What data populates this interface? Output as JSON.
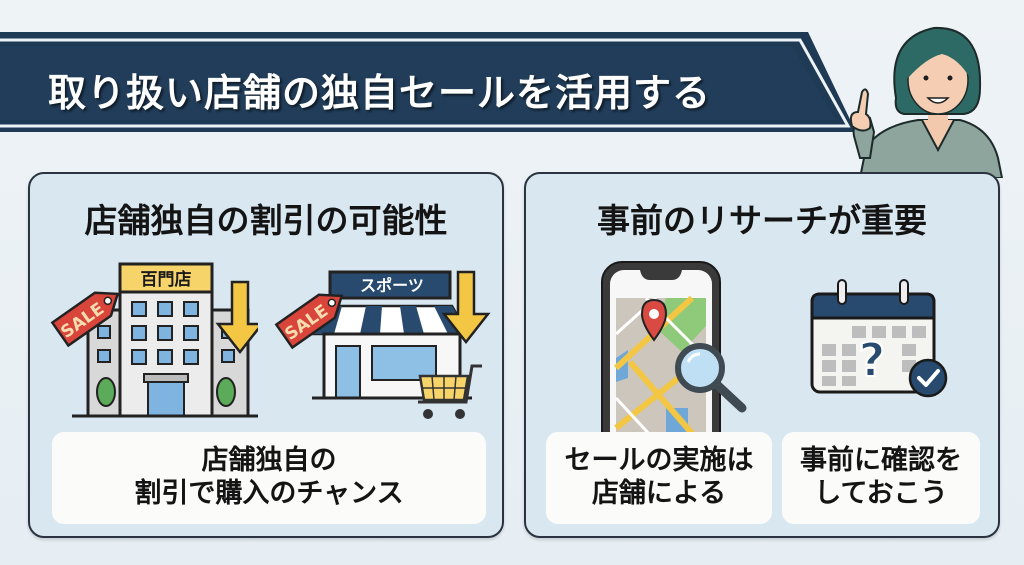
{
  "header": {
    "title": "取り扱い店舗の独自セールを活用する",
    "banner_color": "#1f3a55"
  },
  "presenter": {
    "icon": "woman-pointing-icon"
  },
  "panels": [
    {
      "title": "店舗独自の割引の可能性",
      "illustrations": [
        {
          "icon": "department-store-icon",
          "sign": "百門店",
          "tag": "SALE",
          "arrow": "down-arrow-icon"
        },
        {
          "icon": "sports-shop-icon",
          "sign": "スポーツ",
          "tag": "SALE",
          "arrow": "down-arrow-icon",
          "extra": "shopping-cart-icon"
        }
      ],
      "caption": {
        "line1": "店舗独自の",
        "line2": "割引で購入のチャンス"
      }
    },
    {
      "title": "事前のリサーチが重要",
      "illustrations": [
        {
          "icon": "smartphone-map-icon",
          "extra": "magnifier-icon"
        },
        {
          "icon": "calendar-question-icon",
          "extra": "check-badge-icon"
        }
      ],
      "captions": [
        {
          "line1": "セールの実施は",
          "line2": "店舗による"
        },
        {
          "line1": "事前に確認を",
          "line2": "しておこう"
        }
      ]
    }
  ],
  "colors": {
    "navy": "#1f3a55",
    "panel_bg": "#d9e7f1",
    "sale_red": "#d9453b",
    "arrow_yellow": "#f3c744",
    "sign_yellow": "#f6d46a",
    "map_green": "#8fc97a",
    "map_blue": "#6fa8d8"
  }
}
